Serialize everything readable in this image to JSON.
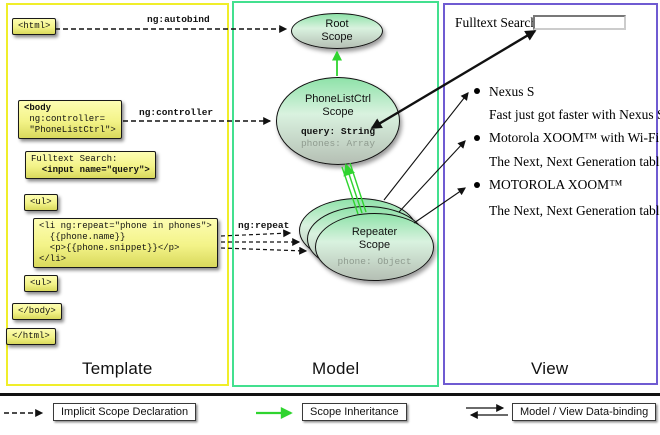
{
  "template_column": {
    "label": "Template",
    "boxes": {
      "html_open": "<html>",
      "body_open_lines": [
        "<body",
        " ng:controller=",
        " \"PhoneListCtrl\">"
      ],
      "fulltext_line1": "Fulltext Search:",
      "fulltext_line2": "  <input name=\"query\">",
      "ul_open": "<ul>",
      "li_lines": [
        "<li ng:repeat=\"phone in phones\">",
        "  {{phone.name}}",
        "  <p>{{phone.snippet}}</p>",
        "</li>"
      ],
      "ul_close": "<ul>",
      "body_close": "</body>",
      "html_close": "</html>"
    },
    "edge_labels": {
      "autobind": "ng:autobind",
      "controller": "ng:controller",
      "repeat": "ng:repeat"
    }
  },
  "model_column": {
    "label": "Model",
    "root_scope": {
      "line1": "Root",
      "line2": "Scope"
    },
    "phonelist_scope": {
      "line1": "PhoneListCtrl",
      "line2": "Scope",
      "prop1": "query: String",
      "prop2": "phones: Array"
    },
    "repeater_scope": {
      "line1": "Repeater",
      "line2": "Scope",
      "prop1": "phone: Object"
    }
  },
  "view_column": {
    "label": "View",
    "search_label": "Fulltext Search:",
    "search_value": "",
    "items": [
      {
        "title": "Nexus S",
        "desc": "Fast just got faster with Nexus S."
      },
      {
        "title": "Motorola XOOM™ with Wi-Fi",
        "desc": "The Next, Next Generation tablet."
      },
      {
        "title": "MOTOROLA XOOM™",
        "desc": "The Next, Next Generation tablet."
      }
    ]
  },
  "legend": {
    "implicit": "Implicit Scope Declaration",
    "inheritance": "Scope Inheritance",
    "databinding": "Model / View Data-binding"
  },
  "colors": {
    "template_border": "#f0ee2a",
    "model_border": "#43e08f",
    "view_border": "#6f5bd2",
    "inheritance_green": "#2fd42f",
    "code_box_top": "#fdfdb2",
    "code_box_bottom": "#d9d95c",
    "scope_fill_top": "#8fe2a9",
    "scope_fill_bottom": "#b5bfb4"
  }
}
